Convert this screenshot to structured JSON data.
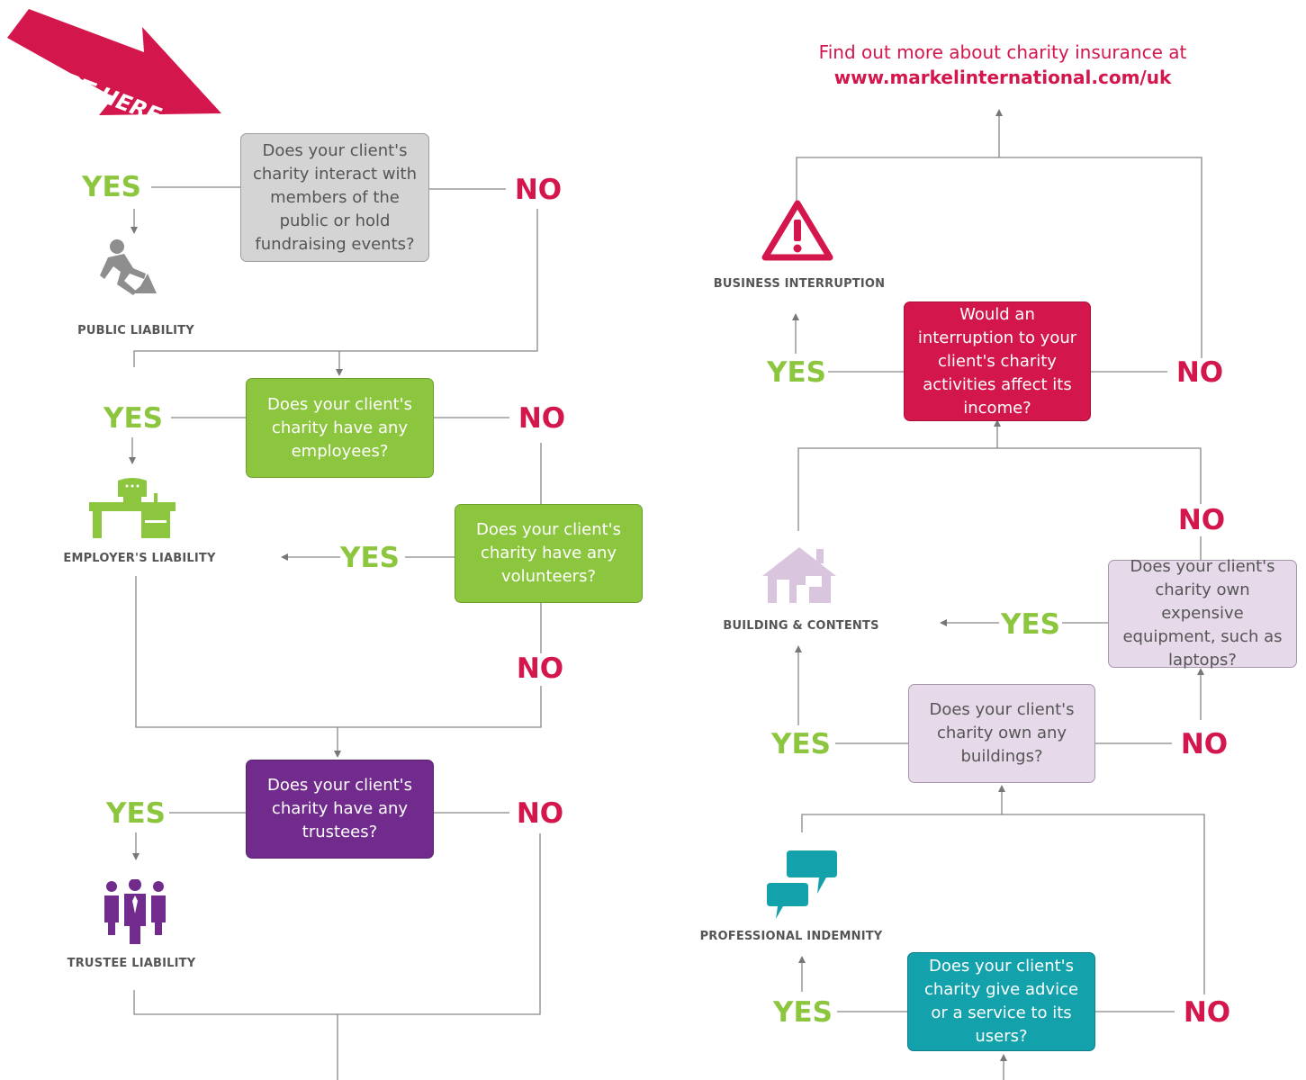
{
  "start": {
    "label": "START HERE"
  },
  "more_info": {
    "text": "Find out more about charity insurance at",
    "url": "www.markelinternational.com/uk"
  },
  "questions": {
    "public": "Does your client's charity interact with members of the public or hold fundraising events?",
    "employees": "Does your client's charity have any employees?",
    "volunteers": "Does your client's charity have any volunteers?",
    "trustees": "Does your client's charity have any trustees?",
    "interruption": "Would an interruption to your client's charity activities affect its income?",
    "equipment": "Does your client's charity own expensive equipment, such as laptops?",
    "buildings": "Does your client's charity own any buildings?",
    "advice": "Does your client's charity give advice or a service to its users?"
  },
  "covers": {
    "public_liability": "PUBLIC LIABILITY",
    "employers_liability": "EMPLOYER'S LIABILITY",
    "trustee_liability": "TRUSTEE LIABILITY",
    "business_interruption": "BUSINESS INTERRUPTION",
    "building_contents": "BUILDING & CONTENTS",
    "professional_indemnity": "PROFESSIONAL INDEMNITY"
  },
  "answers": {
    "yes": "YES",
    "no": "NO"
  },
  "icons": [
    "slip-fall-icon",
    "desk-icon",
    "team-icon",
    "warning-icon",
    "house-icon",
    "speech-bubbles-icon",
    "start-arrow-icon"
  ],
  "colors": {
    "green": "#8cc63e",
    "magenta": "#d3164b",
    "purple": "#712b8c",
    "lilac": "#e6d9ea",
    "teal": "#13a2ac",
    "grey": "#d4d4d4"
  }
}
